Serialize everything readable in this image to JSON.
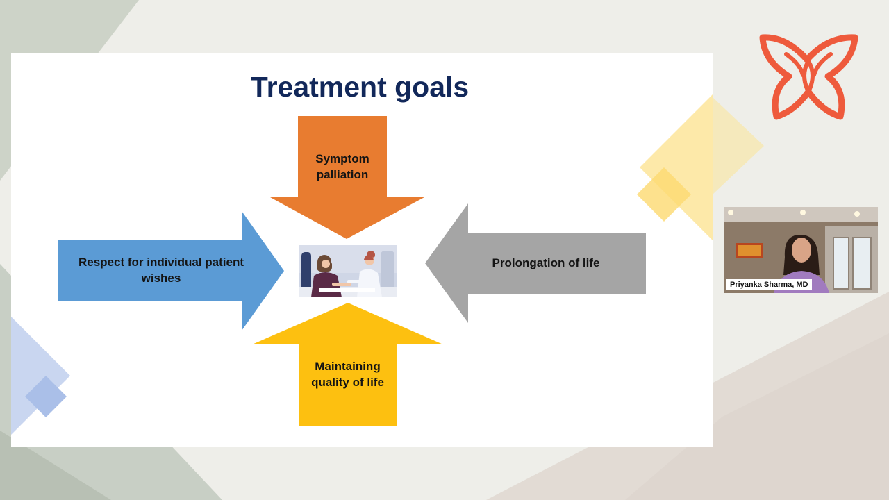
{
  "slide": {
    "title": "Treatment goals",
    "arrows": {
      "top": "Symptom\npalliation",
      "left": "Respect for individual patient\nwishes",
      "right": "Prolongation of life",
      "bottom": "Maintaining\nquality of life"
    },
    "colors": {
      "title": "#12285a",
      "top_arrow": "#e87c30",
      "left_arrow": "#5b9bd5",
      "right_arrow": "#a5a5a5",
      "bottom_arrow": "#fdc010"
    }
  },
  "presenter": {
    "name": "Priyanka Sharma, MD"
  },
  "brand": {
    "logo_icon": "butterfly-logo-icon",
    "accent_color": "#ee5a3c"
  }
}
